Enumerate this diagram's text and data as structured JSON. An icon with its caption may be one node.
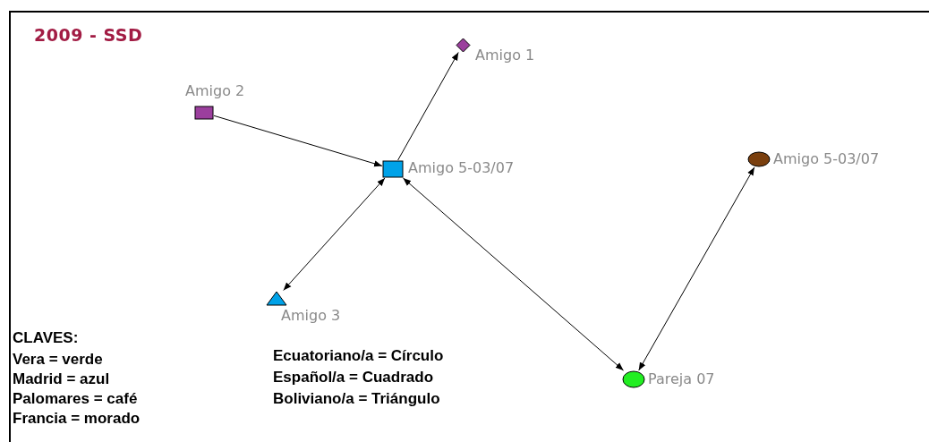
{
  "diagram": {
    "title": "2009 - SSD",
    "nodes": [
      {
        "text": [
          "Amigo 1"
        ]
      },
      {
        "text": [
          "Amigo 2"
        ]
      },
      {
        "text": [
          "Amigo 5-03/07"
        ]
      },
      {
        "text": [
          "Amigo 5-03/07"
        ]
      },
      {
        "text": [
          "Amigo 3"
        ]
      },
      {
        "text": [
          "Pareja 07"
        ]
      }
    ],
    "edges": [
      {
        "from": 1,
        "to": 2,
        "arrow": "to"
      },
      {
        "from": 2,
        "to": 0,
        "arrow": "to"
      },
      {
        "from": 2,
        "to": 4,
        "arrow": "both"
      },
      {
        "from": 2,
        "to": 5,
        "arrow": "both"
      },
      {
        "from": 3,
        "to": 5,
        "arrow": "both"
      }
    ],
    "labels": [
      "CLAVES:",
      "Vera = verde",
      "Ecuatoriano/a = Círculo",
      "Madrid = azul",
      "Español/a = Cuadrado",
      "Palomares = café",
      "Boliviano/a = Triángulo",
      "Francia = morado"
    ]
  }
}
